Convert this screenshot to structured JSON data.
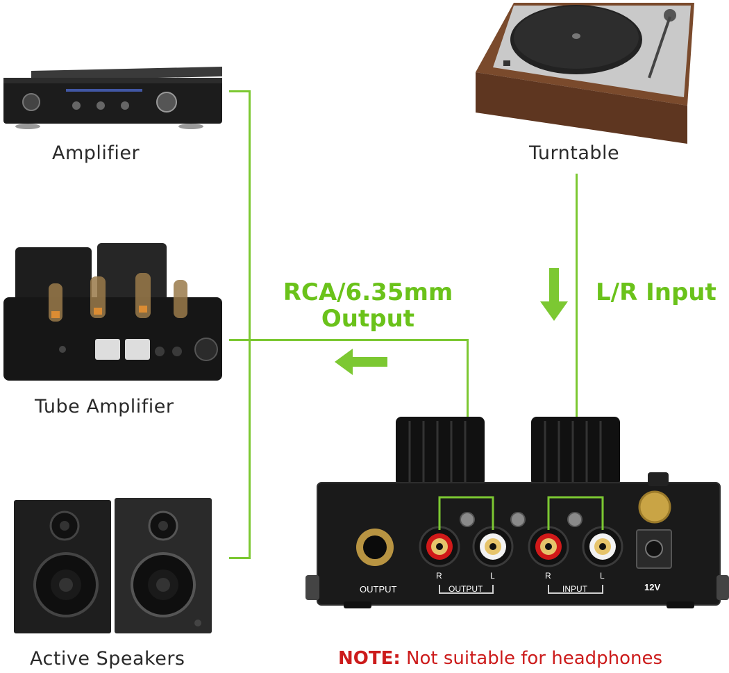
{
  "devices": {
    "amplifier": "Amplifier",
    "tube_amplifier": "Tube Amplifier",
    "active_speakers": "Active Speakers",
    "turntable": "Turntable"
  },
  "annotations": {
    "output_line1": "RCA/6.35mm",
    "output_line2": "Output",
    "input": "L/R Input"
  },
  "panel": {
    "output_jack": "OUTPUT",
    "r": "R",
    "l": "L",
    "output_group": "OUTPUT",
    "input_r": "R",
    "input_l": "L",
    "input_group": "INPUT",
    "power": "12V"
  },
  "note": {
    "prefix": "NOTE:",
    "text": " Not suitable for headphones"
  },
  "colors": {
    "accent_green": "#7cc832",
    "note_red": "#cc1b1b"
  }
}
